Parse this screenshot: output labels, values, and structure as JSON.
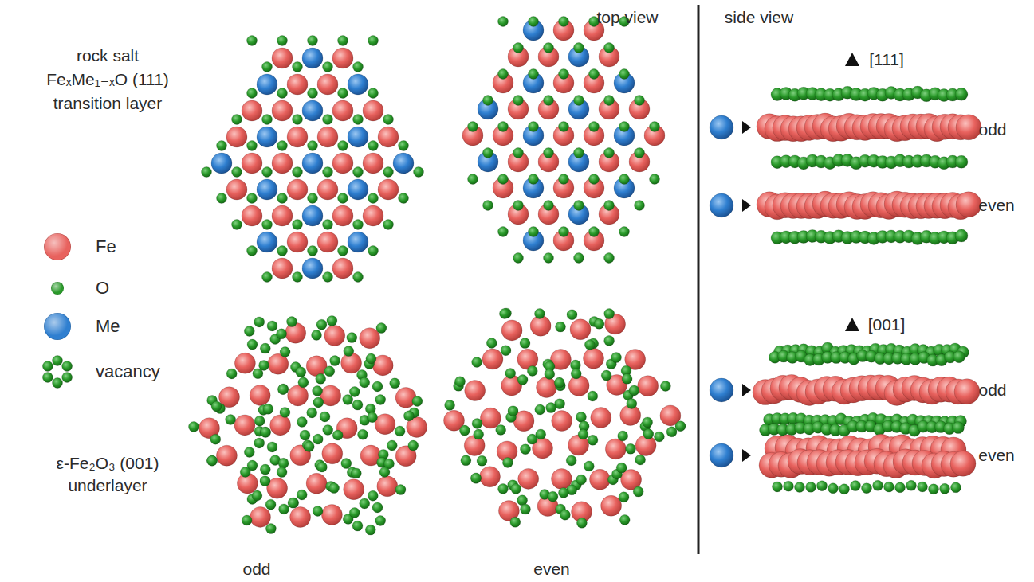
{
  "diagram": {
    "labels": [
      "top view",
      "side view",
      "rock salt",
      "FeₓMe₁₋ₓO (111)",
      "transition layer",
      "ε-Fe₂O₃ (001)",
      "underlayer",
      "odd",
      "even",
      "[111]",
      "odd",
      "even",
      "[001]",
      "odd",
      "even"
    ],
    "legend": [
      {
        "text": "Fe",
        "color": "#e8625e"
      },
      {
        "text": "O",
        "color": "#2a9a2a"
      },
      {
        "text": "Me",
        "color": "#2f7fd0"
      },
      {
        "text": "vacancy"
      }
    ]
  }
}
